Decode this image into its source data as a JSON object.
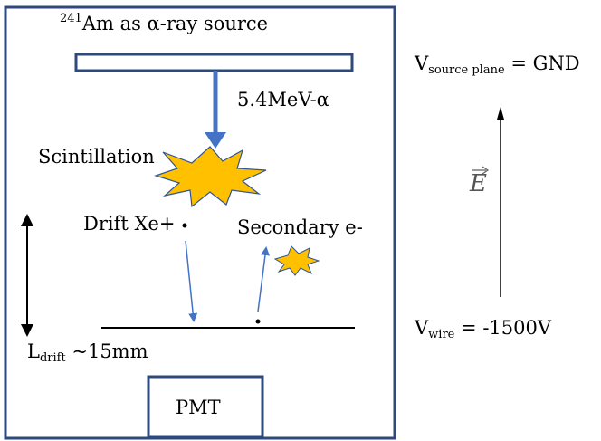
{
  "source_label": {
    "isotope_mass": "241",
    "text": "Am as α-ray source"
  },
  "alpha_label": "5.4MeV-α",
  "scintillation_label": "Scintillation",
  "drift_ion_label": "Drift Xe+",
  "secondary_label": "Secondary e-",
  "ldrift_label": {
    "main": "L",
    "sub": "drift",
    "rest": " ~15mm"
  },
  "pmt_label": "PMT",
  "v_source": {
    "main": "V",
    "sub": "source plane",
    "rest": " = GND"
  },
  "v_wire": {
    "main": "V",
    "sub": "wire",
    "rest": " = -1500V"
  },
  "efield_label": "E",
  "colors": {
    "box": "#2e4a7d",
    "arrow": "#4472c4",
    "burst_fill": "#ffc000",
    "burst_stroke": "#2f5597"
  }
}
